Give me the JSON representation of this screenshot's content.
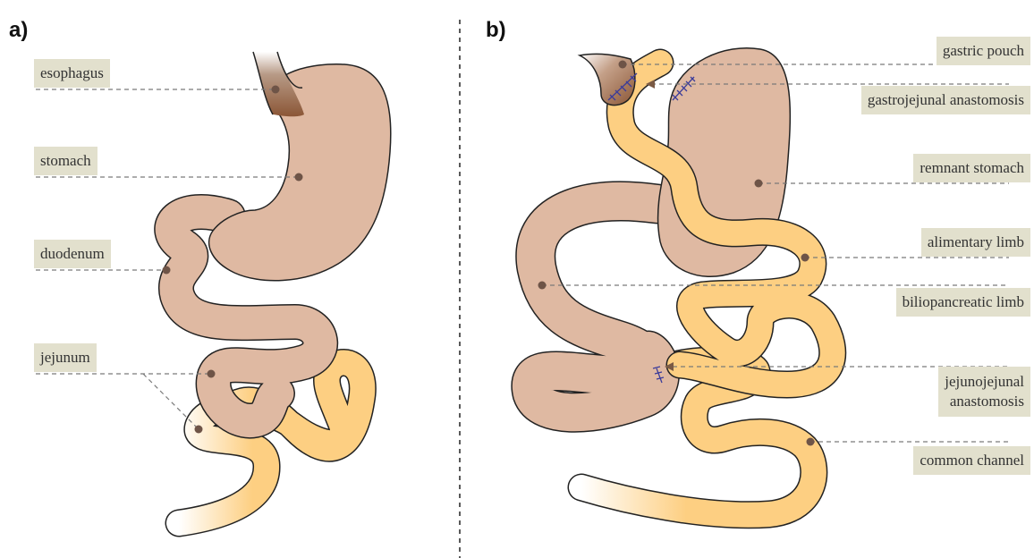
{
  "panels": {
    "a": "a)",
    "b": "b)"
  },
  "labels_a": {
    "esophagus": "esophagus",
    "stomach": "stomach",
    "duodenum": "duodenum",
    "jejunum": "jejunum"
  },
  "labels_b": {
    "gastric_pouch": "gastric pouch",
    "gastrojejunal_anastomosis": "gastrojejunal anastomosis",
    "remnant_stomach": "remnant stomach",
    "alimentary_limb": "alimentary limb",
    "biliopancreatic_limb": "biliopancreatic limb",
    "jejunojejunal_anastomosis_1": "jejunojejunal",
    "jejunojejunal_anastomosis_2": "anastomosis",
    "common_channel": "common channel"
  },
  "colors": {
    "stomach": "#dfb9a2",
    "jejunum": "#fdcf82",
    "esophagus": "#8b5636",
    "label_box": "#e2e0cd",
    "leader": "#7a7a7a",
    "staple": "#3a3b9a"
  }
}
